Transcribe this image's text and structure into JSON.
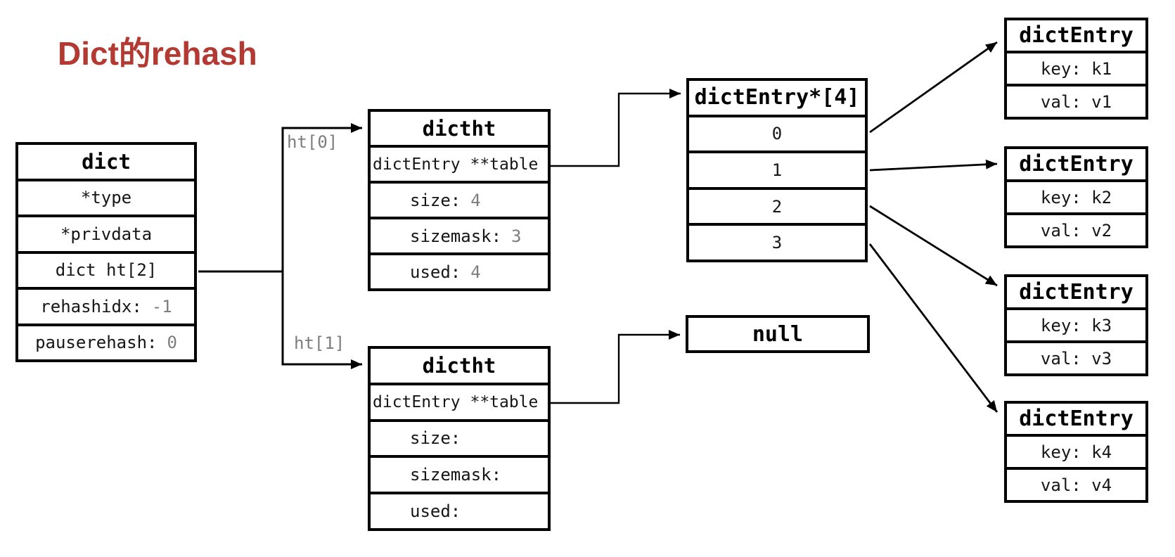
{
  "title": "Dict的rehash",
  "colors": {
    "title_red": "#b23a33",
    "muted_gray": "#7d7d7d",
    "line_black": "#000000",
    "background": "#ffffff"
  },
  "branch_labels": {
    "ht0": "ht[0]",
    "ht1": "ht[1]"
  },
  "dict_box": {
    "header": "dict",
    "rows": [
      {
        "label": "*type",
        "value": ""
      },
      {
        "label": "*privdata",
        "value": ""
      },
      {
        "label": "dict ht[2]",
        "value": ""
      },
      {
        "label": "rehashidx:",
        "value": "-1"
      },
      {
        "label": "pauserehash:",
        "value": "0"
      }
    ]
  },
  "dictht_top": {
    "header": "dictht",
    "table_row": "dictEntry **table",
    "rows": [
      {
        "label": "size:",
        "value": "4"
      },
      {
        "label": "sizemask:",
        "value": "3"
      },
      {
        "label": "used:",
        "value": "4"
      }
    ]
  },
  "dictht_bottom": {
    "header": "dictht",
    "table_row": "dictEntry **table",
    "rows": [
      {
        "label": "size:",
        "value": ""
      },
      {
        "label": "sizemask:",
        "value": ""
      },
      {
        "label": "used:",
        "value": ""
      }
    ]
  },
  "bucket_array": {
    "header": "dictEntry*[4]",
    "slots": [
      "0",
      "1",
      "2",
      "3"
    ]
  },
  "null_box": {
    "label": "null"
  },
  "entries": [
    {
      "header": "dictEntry",
      "key_row": "key: k1",
      "val_row": "val: v1"
    },
    {
      "header": "dictEntry",
      "key_row": "key: k2",
      "val_row": "val: v2"
    },
    {
      "header": "dictEntry",
      "key_row": "key: k3",
      "val_row": "val: v3"
    },
    {
      "header": "dictEntry",
      "key_row": "key: k4",
      "val_row": "val: v4"
    }
  ]
}
